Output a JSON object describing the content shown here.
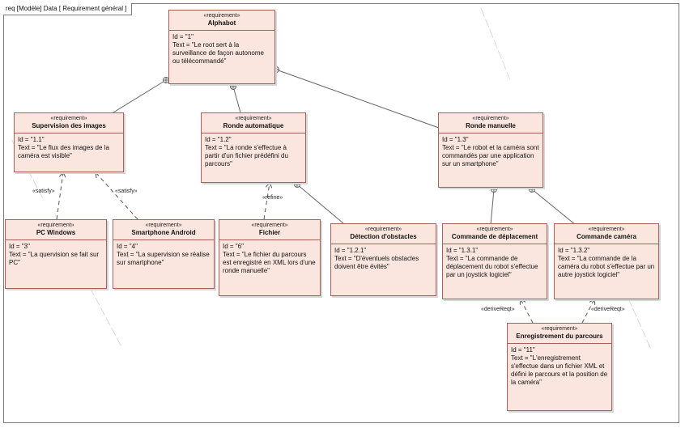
{
  "frame_label": "req [Modèle] Data [ Requirement général ]",
  "stereotype": "«requirement»",
  "requirements": {
    "r1": {
      "name": "Alphabot",
      "id": "Id = \"1\"",
      "text": "Text = \"Le root sert à la surveillance de façon autonome ou télécommandé\""
    },
    "r1_1": {
      "name": "Supervision des images",
      "id": "Id = \"1.1\"",
      "text": "Text = \"Le flux des images de la caméra est visible\""
    },
    "r1_2": {
      "name": "Ronde automatique",
      "id": "Id = \"1.2\"",
      "text": "Text = \"La ronde s'effectue à partir d'un fichier prédéfini du parcours\""
    },
    "r1_3": {
      "name": "Ronde manuelle",
      "id": "Id = \"1.3\"",
      "text": "Text = \"Le robot et la caméra sont commandés par une application sur un smartphone\""
    },
    "r3": {
      "name": "PC Windows",
      "id": "Id = \"3\"",
      "text": "Text = \"La quervision se fait sur PC\""
    },
    "r4": {
      "name": "Smartphone Android",
      "id": "Id = \"4\"",
      "text": "Text = \"La supervision se réalise sur smartphone\""
    },
    "r6": {
      "name": "Fichier",
      "id": "Id = \"6\"",
      "text": "Text = \"Le fichier du parcours est enregistré en XML lors d'une ronde manuelle\""
    },
    "r1_2_1": {
      "name": "Détection d'obstacles",
      "id": "Id = \"1.2.1\"",
      "text": "Text = \"D'éventuels obstacles doivent être évités\""
    },
    "r1_3_1": {
      "name": "Commande de déplacement",
      "id": "Id = \"1.3.1\"",
      "text": "Text = \"La commande de déplacement du robot s'effectue par un joystick logiciel\""
    },
    "r1_3_2": {
      "name": "Commande caméra",
      "id": "Id = \"1.3.2\"",
      "text": "Text = \"La commande de la caméra du robot s'effectue par un autre joystick logiciel\""
    },
    "r11": {
      "name": "Enregistrement du parcours",
      "id": "Id = \"11\"",
      "text": "Text = \"L'enregistrement s'effectue dans un fichier XML et défini le parcours et la position de la caméra\""
    }
  },
  "relations": {
    "satisfy": "«satisfy»",
    "refine": "«refine»",
    "deriveReqt": "«deriveReqt»"
  },
  "colors": {
    "box_fill": "#fbe6df",
    "box_border": "#a8615a",
    "line": "#666666"
  }
}
